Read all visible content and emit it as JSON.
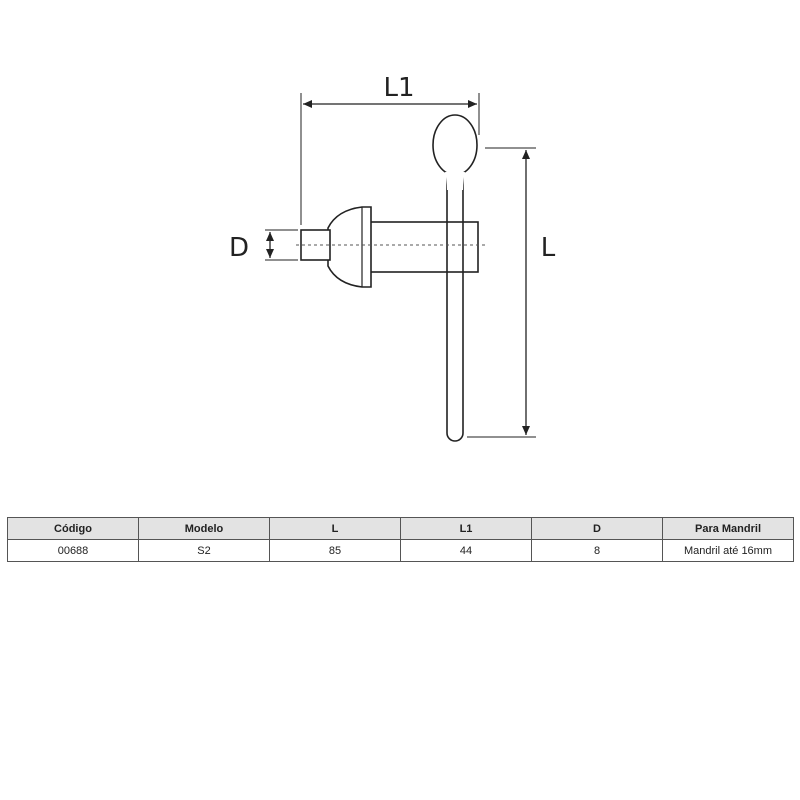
{
  "drawing": {
    "labels": {
      "l1": "L1",
      "l": "L",
      "d": "D"
    },
    "line_color": "#222222",
    "fill_color": "#ffffff"
  },
  "table": {
    "headers": [
      "Código",
      "Modelo",
      "L",
      "L1",
      "D",
      "Para Mandril"
    ],
    "rows": [
      [
        "00688",
        "S2",
        "85",
        "44",
        "8",
        "Mandril até 16mm"
      ]
    ],
    "header_bg": "#e3e3e3",
    "border_color": "#555555"
  }
}
